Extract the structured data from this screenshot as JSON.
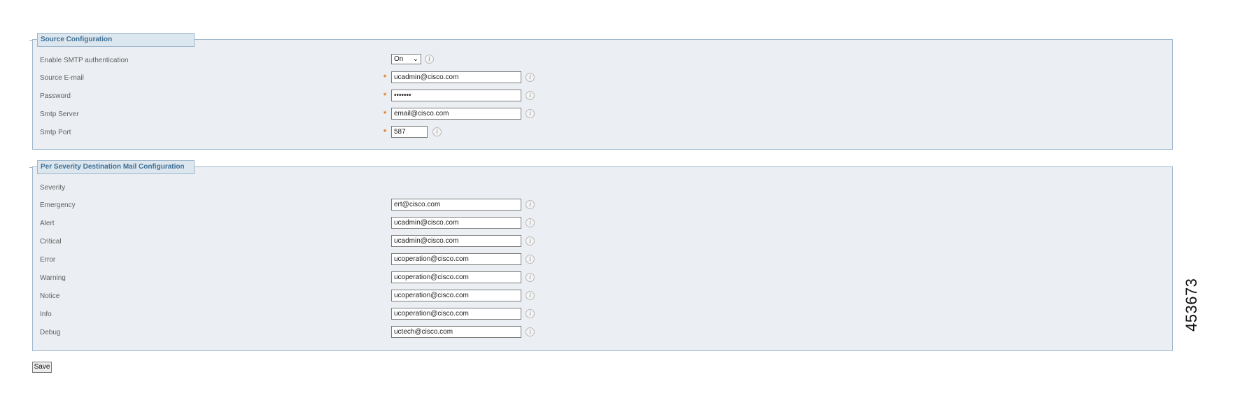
{
  "source_config": {
    "title": "Source Configuration",
    "rows": [
      {
        "label": "Enable SMTP authentication",
        "type": "select",
        "value": "On",
        "required": false
      },
      {
        "label": "Source E-mail",
        "type": "text",
        "value": "ucadmin@cisco.com",
        "required": true
      },
      {
        "label": "Password",
        "type": "password",
        "value": "•••••••",
        "required": true
      },
      {
        "label": "Smtp Server",
        "type": "text",
        "value": "email@cisco.com",
        "required": true
      },
      {
        "label": "Smtp Port",
        "type": "text",
        "value": "587",
        "required": true
      }
    ]
  },
  "severity_config": {
    "title": "Per Severity Destination Mail Configuration",
    "header_label": "Severity",
    "rows": [
      {
        "label": "Emergency",
        "value": "ert@cisco.com"
      },
      {
        "label": "Alert",
        "value": "ucadmin@cisco.com"
      },
      {
        "label": "Critical",
        "value": "ucadmin@cisco.com"
      },
      {
        "label": "Error",
        "value": "ucoperation@cisco.com"
      },
      {
        "label": "Warning",
        "value": "ucoperation@cisco.com"
      },
      {
        "label": "Notice",
        "value": "ucoperation@cisco.com"
      },
      {
        "label": "Info",
        "value": "ucoperation@cisco.com"
      },
      {
        "label": "Debug",
        "value": "uctech@cisco.com"
      }
    ]
  },
  "required_marker": "*",
  "info_glyph": "i",
  "select_chevron": "⌄",
  "save_label": "Save",
  "figure_id": "453673",
  "colors": {
    "panel_bg": "#ebeff3",
    "panel_border": "#9fb7cc",
    "legend_text": "#3e6f95",
    "required": "#e07a1a"
  }
}
